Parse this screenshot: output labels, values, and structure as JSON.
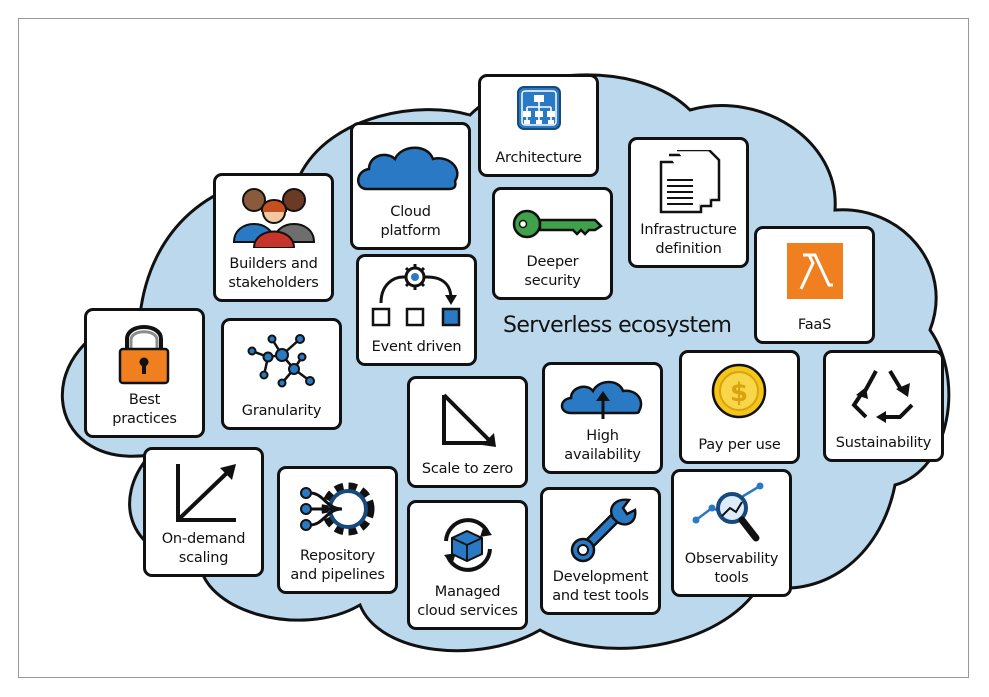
{
  "title": "Serverless ecosystem",
  "colors": {
    "cloud_fill": "#bcd8ec",
    "cloud_stroke": "#111111",
    "blue": "#2a79c4",
    "dark_blue": "#174a7c",
    "green": "#3fa14a",
    "orange": "#f07f1f",
    "gold": "#f5c518"
  },
  "items": [
    {
      "label": "Architecture",
      "icon": "org-chart-icon"
    },
    {
      "label": "Cloud\nplatform",
      "icon": "cloud-icon"
    },
    {
      "label": "Infrastructure\ndefinition",
      "icon": "documents-icon"
    },
    {
      "label": "Builders and\nstakeholders",
      "icon": "people-icon"
    },
    {
      "label": "Deeper\nsecurity",
      "icon": "key-icon"
    },
    {
      "label": "Event driven",
      "icon": "event-flow-icon"
    },
    {
      "label": "FaaS",
      "icon": "lambda-icon"
    },
    {
      "label": "Best\npractices",
      "icon": "padlock-icon"
    },
    {
      "label": "Granularity",
      "icon": "molecule-icon"
    },
    {
      "label": "Scale to zero",
      "icon": "scale-down-arrow-icon"
    },
    {
      "label": "High\navailability",
      "icon": "cloud-upload-icon"
    },
    {
      "label": "Pay per use",
      "icon": "coin-icon"
    },
    {
      "label": "Sustainability",
      "icon": "recycle-icon"
    },
    {
      "label": "On-demand\nscaling",
      "icon": "growth-arrow-icon"
    },
    {
      "label": "Repository\nand pipelines",
      "icon": "pipeline-gear-icon"
    },
    {
      "label": "Managed\ncloud services",
      "icon": "managed-box-icon"
    },
    {
      "label": "Development\nand test tools",
      "icon": "wrench-icon"
    },
    {
      "label": "Observability\ntools",
      "icon": "magnifier-chart-icon"
    }
  ]
}
